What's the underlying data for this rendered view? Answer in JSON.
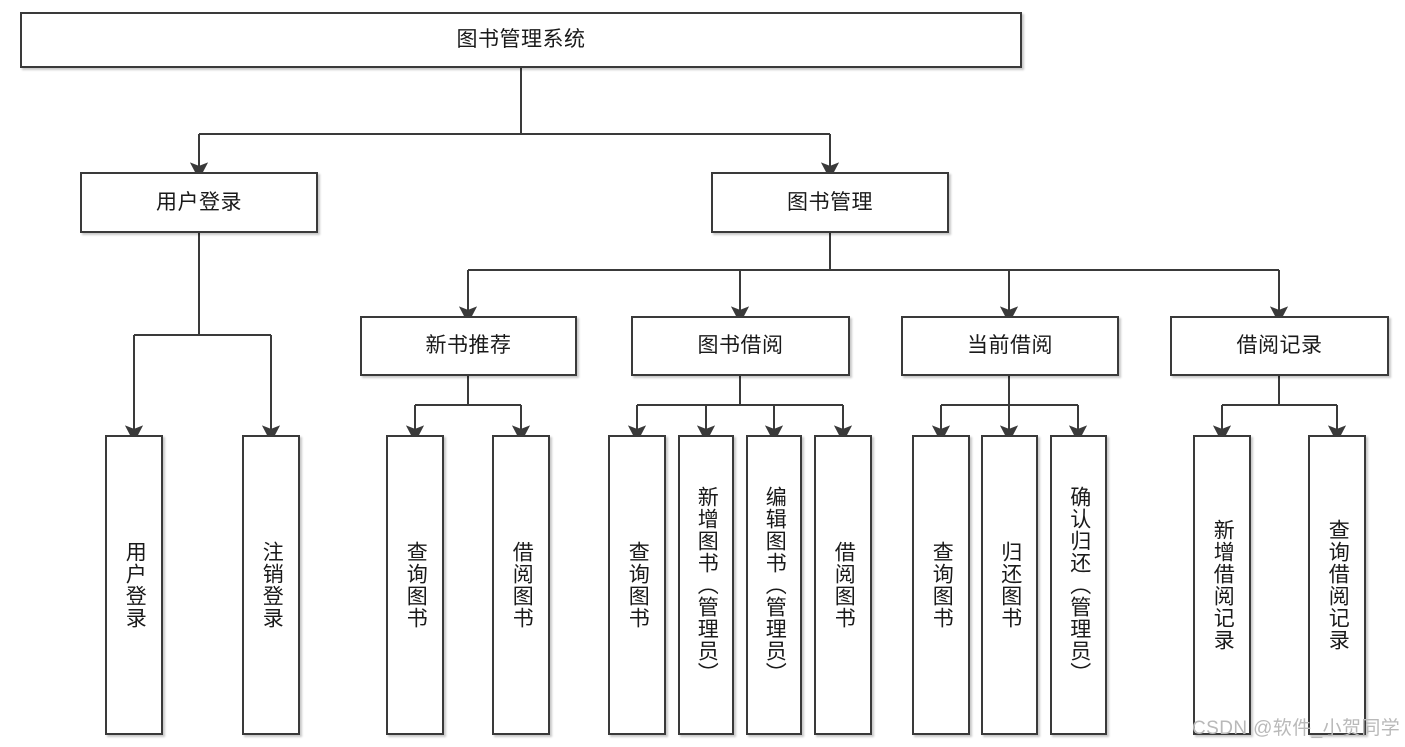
{
  "diagram": {
    "title": "图书管理系统",
    "type": "tree-structure-chart",
    "root": {
      "label": "图书管理系统"
    },
    "level2": [
      {
        "label": "用户登录"
      },
      {
        "label": "图书管理"
      }
    ],
    "level3": [
      {
        "label": "新书推荐"
      },
      {
        "label": "图书借阅"
      },
      {
        "label": "当前借阅"
      },
      {
        "label": "借阅记录"
      }
    ],
    "leaves": [
      {
        "label": "用户登录"
      },
      {
        "label": "注销登录"
      },
      {
        "label": "查询图书"
      },
      {
        "label": "借阅图书"
      },
      {
        "label": "查询图书"
      },
      {
        "label": "新增图书（管理员）"
      },
      {
        "label": "编辑图书（管理员）"
      },
      {
        "label": "借阅图书"
      },
      {
        "label": "查询图书"
      },
      {
        "label": "归还图书"
      },
      {
        "label": "确认归还（管理员）"
      },
      {
        "label": "新增借阅记录"
      },
      {
        "label": "查询借阅记录"
      }
    ],
    "colors": {
      "stroke": "#3a3a3a",
      "fill": "#ffffff",
      "text": "#1a1a1a",
      "watermark": "#b9b9b9"
    }
  },
  "watermark": {
    "text": "CSDN @软件_小贺同学"
  }
}
